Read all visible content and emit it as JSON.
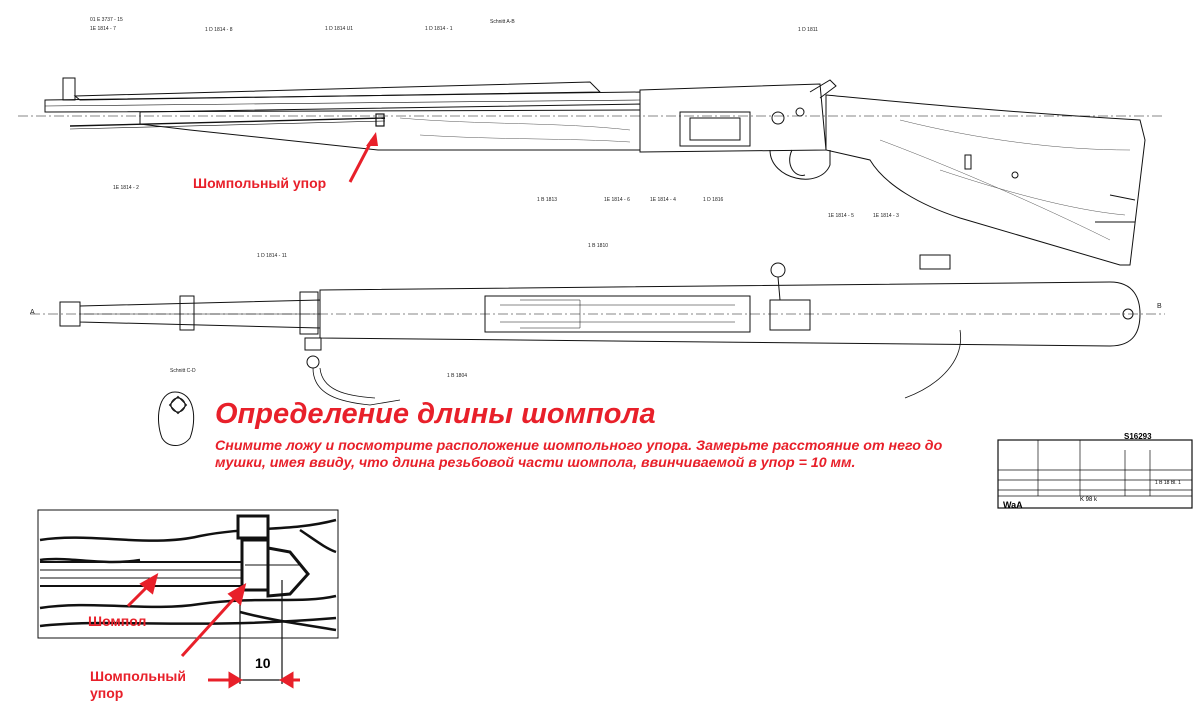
{
  "labels": {
    "top_parts": [
      "01 E 3737 - 15",
      "1E 1814 - 7",
      "1 D 1814 - 8",
      "1 D 1814 U1",
      "1 D 1814 - 1",
      "Schnitt A-B",
      "1 D 1811"
    ],
    "side_parts": [
      "1E 1814 - 2",
      "1 B 1813",
      "1E 1814 - 6",
      "1E 1814 - 4",
      "1 D 1816",
      "1E 1814 - 5",
      "1E 1814 - 3"
    ],
    "lower_parts": [
      "1 D 1814 - 11",
      "1 B 1810",
      "Schnitt C-D",
      "1 B 1804"
    ],
    "section_letters": [
      "A",
      "B"
    ]
  },
  "annotations": {
    "heading": "Определение длины шомпола",
    "description": "Снимите ложу и посмотрите расположение шомпольного упора. Замерьте расстояние от него до мушки, имея ввиду, что длина резьбовой части шомпола, ввинчиваемой в упор = 10 мм.",
    "stop_label_top": "Шомпольный упор",
    "rod_label": "Шомпол",
    "stop_label_detail": "Шомпольный упор",
    "dimension": "10"
  },
  "title_block": {
    "drawing_number": "S16293",
    "stamp": "WaA",
    "type": "K 98 k",
    "sheet": "1 B 18 Bl. 1"
  },
  "colors": {
    "annotation": "#e8202a",
    "line": "#111111",
    "wood": "#555555"
  }
}
